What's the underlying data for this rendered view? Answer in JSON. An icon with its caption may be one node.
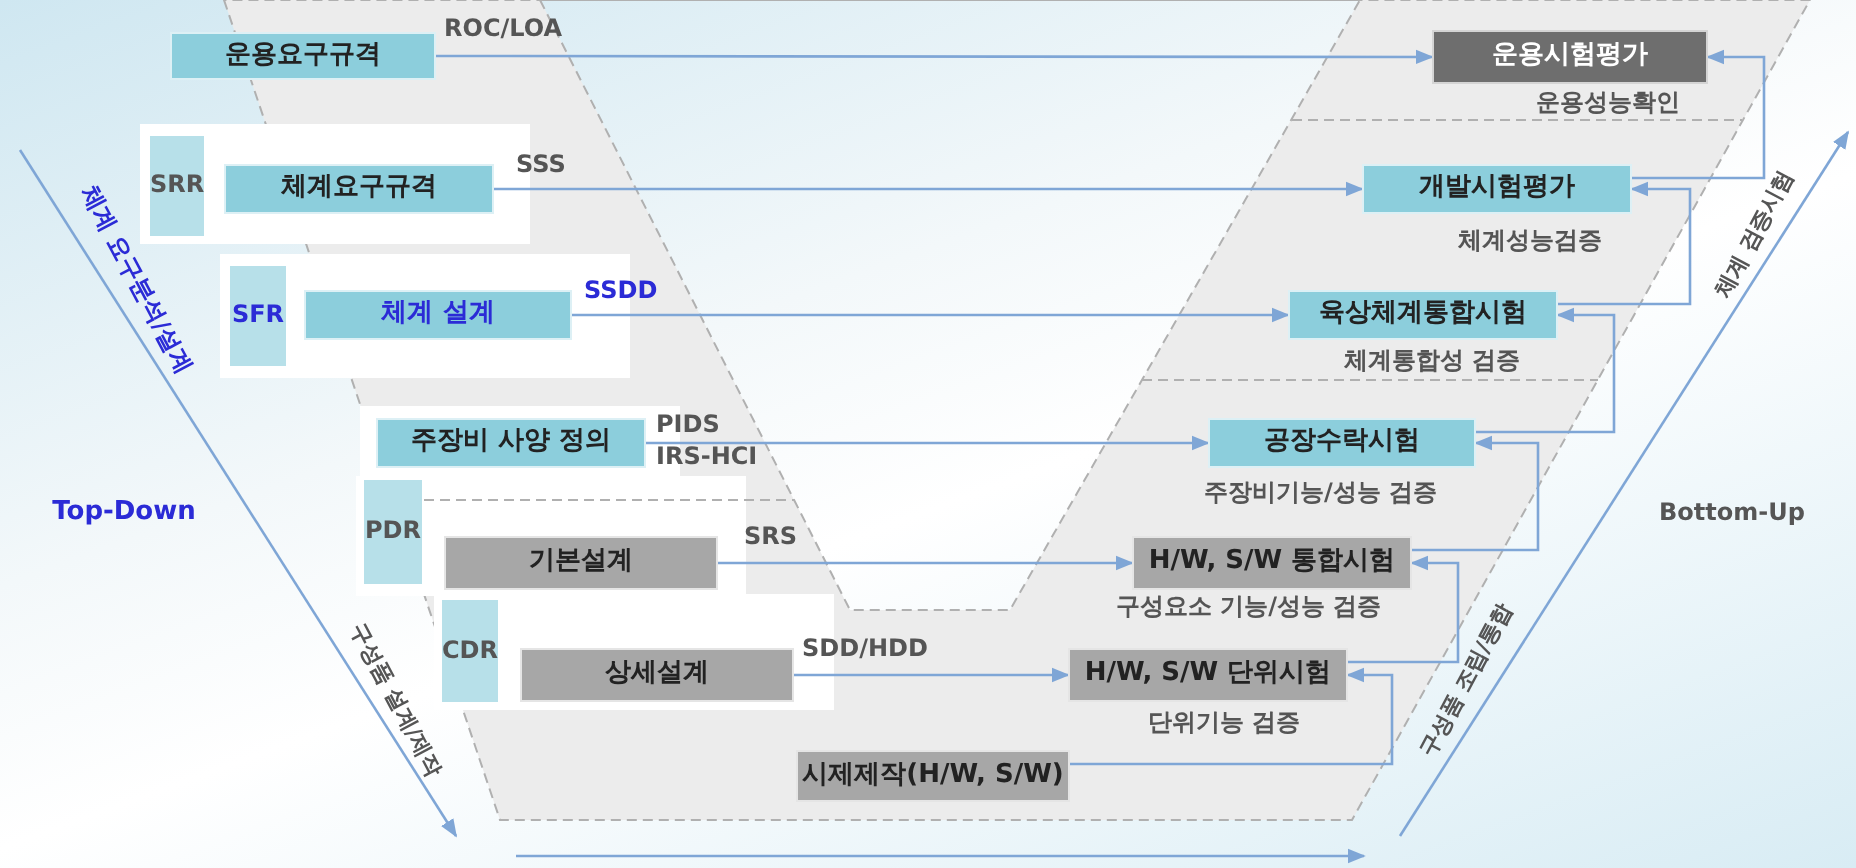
{
  "diagram": {
    "nodes": [
      {
        "text": [
          "운용요구규격"
        ],
        "beside": [
          "ROC/LOA"
        ]
      },
      {
        "text": [
          "SRR"
        ]
      },
      {
        "text": [
          "체계요구규격"
        ],
        "beside": [
          "SSS"
        ]
      },
      {
        "text": [
          "SFR"
        ]
      },
      {
        "text": [
          "체계 설계"
        ],
        "beside": [
          "SSDD"
        ]
      },
      {
        "text": [
          "주장비 사양 정의"
        ],
        "beside": [
          "PIDS",
          "IRS-HCI"
        ]
      },
      {
        "text": [
          "PDR"
        ]
      },
      {
        "text": [
          "기본설계"
        ],
        "beside": [
          "SRS"
        ]
      },
      {
        "text": [
          "CDR"
        ]
      },
      {
        "text": [
          "상세설계"
        ],
        "beside": [
          "SDD/HDD"
        ]
      },
      {
        "text": [
          "시제제작(H/W, S/W)"
        ]
      },
      {
        "text": [
          "운용시험평가"
        ],
        "beside": [
          "운용성능확인"
        ]
      },
      {
        "text": [
          "개발시험평가"
        ],
        "beside": [
          "체계성능검증"
        ]
      },
      {
        "text": [
          "육상체계통합시험"
        ],
        "beside": [
          "체계통합성 검증"
        ]
      },
      {
        "text": [
          "공장수락시험"
        ],
        "beside": [
          "주장비기능/성능 검증"
        ]
      },
      {
        "text": [
          "H/W, S/W 통합시험"
        ],
        "beside": [
          "구성요소 기능/성능 검증"
        ]
      },
      {
        "text": [
          "H/W, S/W 단위시험"
        ],
        "beside": [
          "단위기능 검증"
        ]
      }
    ],
    "edges": [
      {
        "from": 0,
        "to": 11,
        "arrow": "to"
      },
      {
        "from": 2,
        "to": 12,
        "arrow": "to"
      },
      {
        "from": 4,
        "to": 13,
        "arrow": "to"
      },
      {
        "from": 5,
        "to": 14,
        "arrow": "to"
      },
      {
        "from": 7,
        "to": 15,
        "arrow": "to"
      },
      {
        "from": 9,
        "to": 16,
        "arrow": "to"
      },
      {
        "from": 10,
        "to": 16,
        "arrow": "to"
      },
      {
        "from": 16,
        "to": 15,
        "arrow": "to"
      },
      {
        "from": 15,
        "to": 14,
        "arrow": "to"
      },
      {
        "from": 14,
        "to": 13,
        "arrow": "to"
      },
      {
        "from": 13,
        "to": 12,
        "arrow": "to"
      },
      {
        "from": 12,
        "to": 11,
        "arrow": "to"
      }
    ],
    "labels": [
      "체계 요구분석/설계",
      "Top-Down",
      "구성품 설계/제작",
      "체계 검증시험",
      "Bottom-Up",
      "구성품 조립/통합"
    ]
  }
}
